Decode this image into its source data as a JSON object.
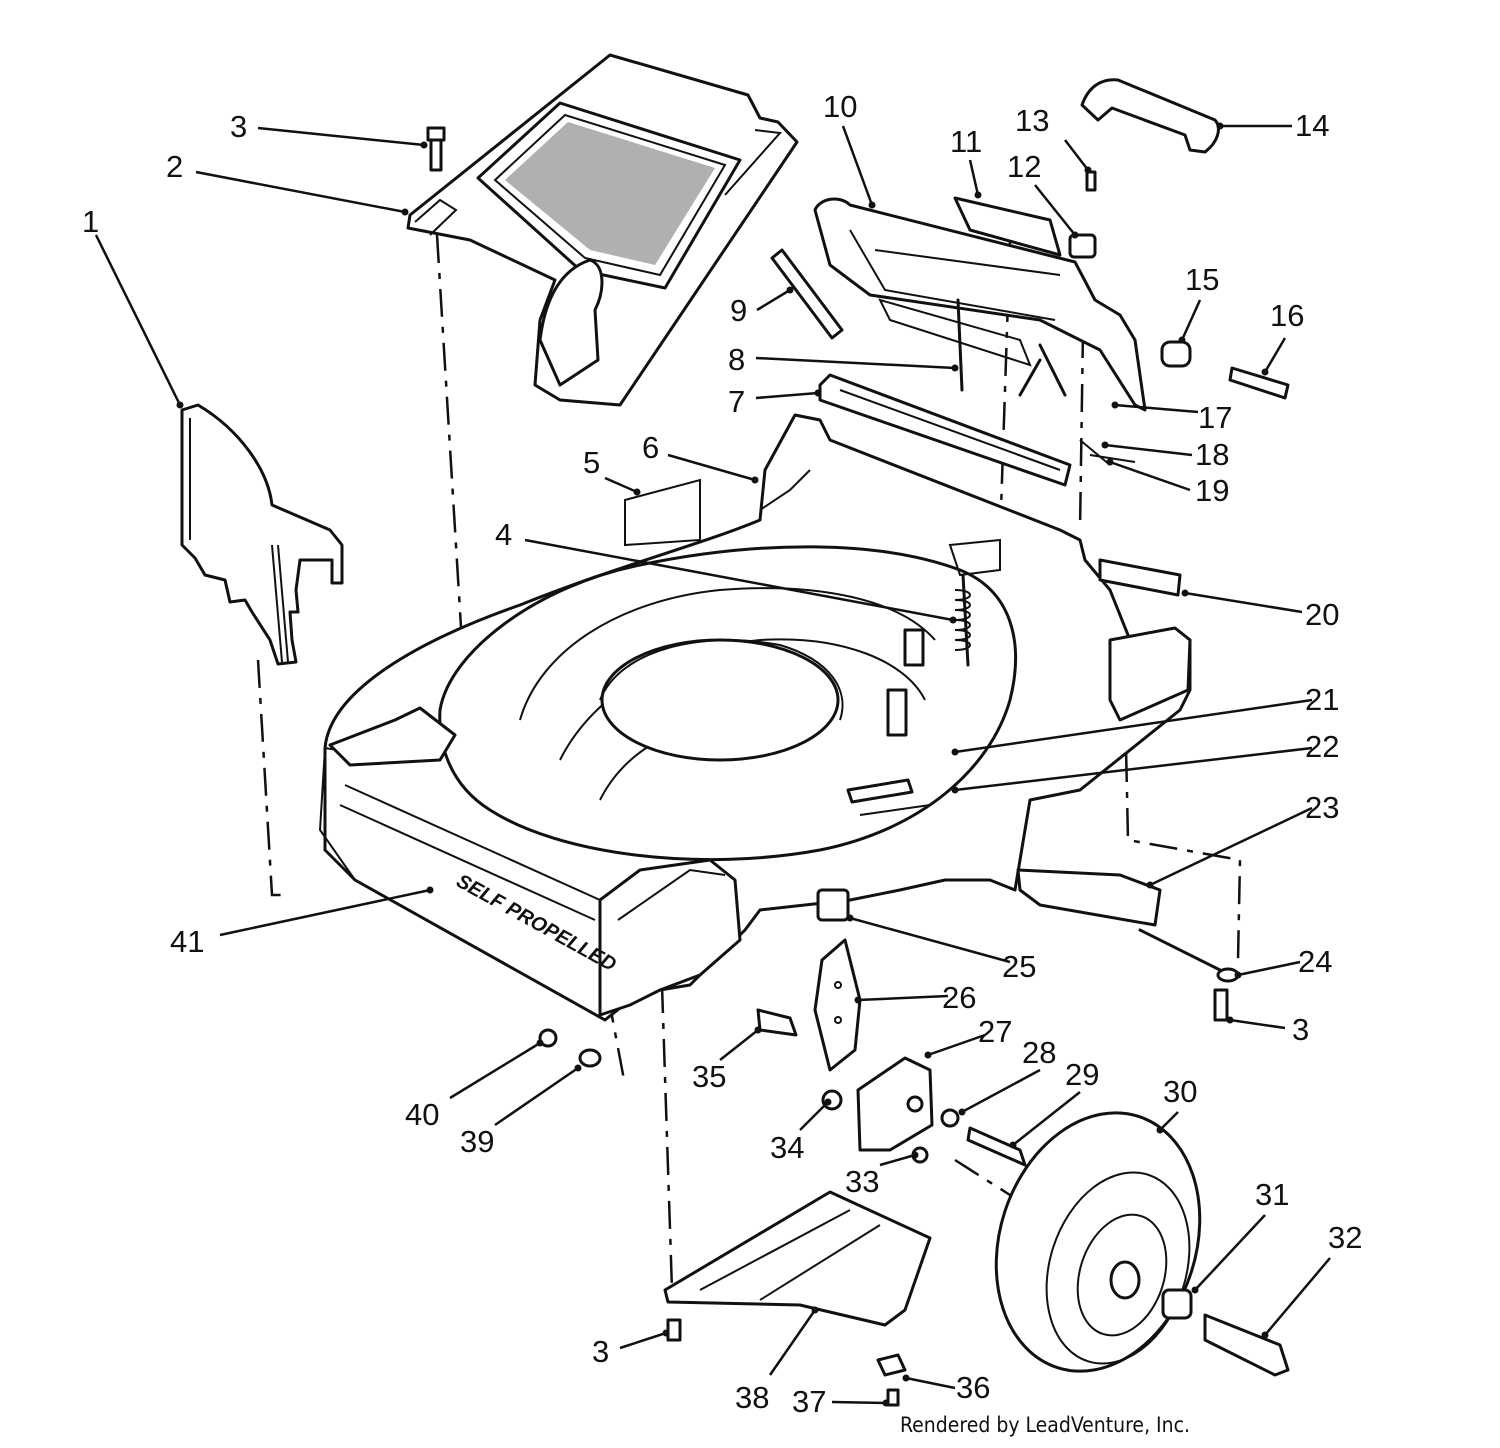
{
  "decal_text": "SELF PROPELLED",
  "credit": "Rendered by LeadVenture, Inc.",
  "callouts": [
    {
      "id": "c1",
      "label": "1"
    },
    {
      "id": "c2",
      "label": "2"
    },
    {
      "id": "c3a",
      "label": "3"
    },
    {
      "id": "c4",
      "label": "4"
    },
    {
      "id": "c5",
      "label": "5"
    },
    {
      "id": "c6",
      "label": "6"
    },
    {
      "id": "c7",
      "label": "7"
    },
    {
      "id": "c8",
      "label": "8"
    },
    {
      "id": "c9",
      "label": "9"
    },
    {
      "id": "c10",
      "label": "10"
    },
    {
      "id": "c11",
      "label": "11"
    },
    {
      "id": "c12",
      "label": "12"
    },
    {
      "id": "c13",
      "label": "13"
    },
    {
      "id": "c14",
      "label": "14"
    },
    {
      "id": "c15",
      "label": "15"
    },
    {
      "id": "c16",
      "label": "16"
    },
    {
      "id": "c17",
      "label": "17"
    },
    {
      "id": "c18",
      "label": "18"
    },
    {
      "id": "c19",
      "label": "19"
    },
    {
      "id": "c20",
      "label": "20"
    },
    {
      "id": "c21",
      "label": "21"
    },
    {
      "id": "c22",
      "label": "22"
    },
    {
      "id": "c23",
      "label": "23"
    },
    {
      "id": "c24",
      "label": "24"
    },
    {
      "id": "c3b",
      "label": "3"
    },
    {
      "id": "c25",
      "label": "25"
    },
    {
      "id": "c26",
      "label": "26"
    },
    {
      "id": "c27",
      "label": "27"
    },
    {
      "id": "c28",
      "label": "28"
    },
    {
      "id": "c29",
      "label": "29"
    },
    {
      "id": "c30",
      "label": "30"
    },
    {
      "id": "c31",
      "label": "31"
    },
    {
      "id": "c32",
      "label": "32"
    },
    {
      "id": "c33",
      "label": "33"
    },
    {
      "id": "c34",
      "label": "34"
    },
    {
      "id": "c35",
      "label": "35"
    },
    {
      "id": "c36",
      "label": "36"
    },
    {
      "id": "c37",
      "label": "37"
    },
    {
      "id": "c38",
      "label": "38"
    },
    {
      "id": "c3c",
      "label": "3"
    },
    {
      "id": "c39",
      "label": "39"
    },
    {
      "id": "c40",
      "label": "40"
    },
    {
      "id": "c41",
      "label": "41"
    }
  ]
}
